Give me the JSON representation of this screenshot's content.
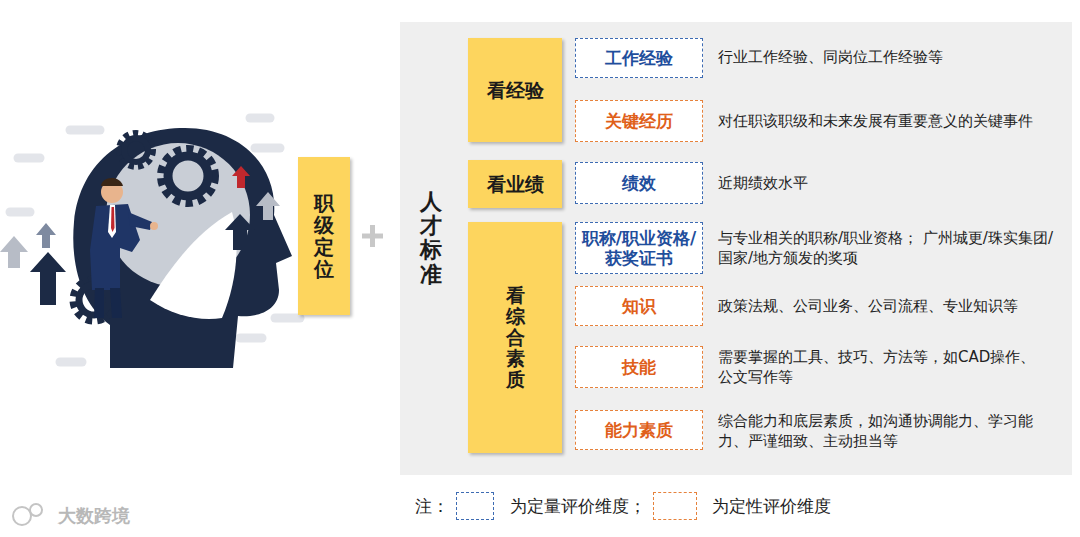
{
  "diagram": {
    "nodes": [
      {
        "text": [
          "职级定位"
        ]
      },
      {
        "text": [
          "人才标准"
        ]
      },
      {
        "text": [
          "看经验"
        ],
        "in": 1
      },
      {
        "text": [
          "工作经验"
        ],
        "in": 1
      },
      {
        "text": [
          "关键经历"
        ],
        "in": 1
      },
      {
        "text": [
          "看业绩"
        ],
        "in": 1
      },
      {
        "text": [
          "绩效"
        ],
        "in": 1
      },
      {
        "text": [
          "看综合素质"
        ],
        "in": 1
      },
      {
        "text": [
          "职称/职业资格/获奖证书"
        ],
        "in": 1
      },
      {
        "text": [
          "知识"
        ],
        "in": 1
      },
      {
        "text": [
          "技能"
        ],
        "in": 1
      },
      {
        "text": [
          "能力素质"
        ],
        "in": 1
      }
    ],
    "labels": [
      "行业工作经验、同岗位工作经验等",
      "对任职该职级和未来发展有重要意义的关键事件",
      "近期绩效水平",
      "与专业相关的职称/职业资格； 广州城更/珠实集团/国家/地方颁发的奖项",
      "政策法规、公司业务、公司流程、专业知识等",
      "需要掌握的工具、技巧、方法等，如CAD操作、公文写作等",
      "综合能力和底层素质，如沟通协调能力、学习能力、严谨细致、主动担当等",
      "注：",
      "大数跨境"
    ],
    "legend": [
      {
        "text": "为定量评价维度；"
      },
      {
        "text": "为定性评价维度"
      }
    ]
  }
}
